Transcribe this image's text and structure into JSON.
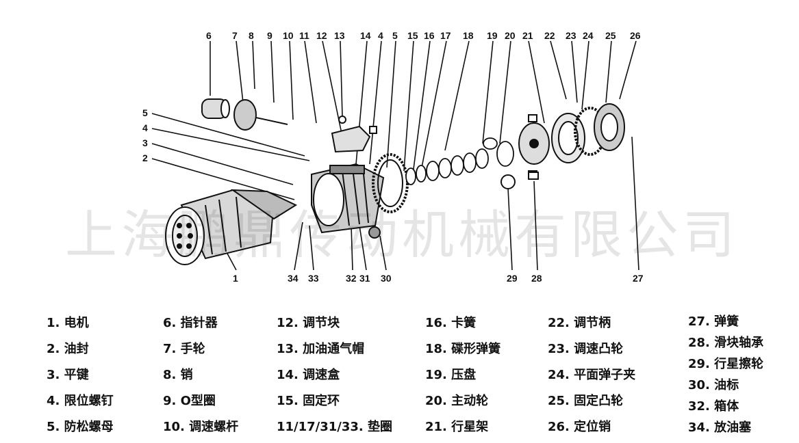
{
  "watermark": "上海鹏鼎传动机械有限公司",
  "callouts": [
    "1",
    "2",
    "3",
    "4",
    "5",
    "6",
    "7",
    "8",
    "9",
    "10",
    "11",
    "12",
    "13",
    "14",
    "4",
    "5",
    "15",
    "16",
    "17",
    "18",
    "19",
    "20",
    "21",
    "22",
    "23",
    "24",
    "25",
    "26",
    "27",
    "28",
    "29",
    "30",
    "31",
    "32",
    "33",
    "34"
  ],
  "legend": {
    "col1": [
      "1. 电机",
      "2. 油封",
      "3. 平键",
      "4. 限位螺钉",
      "5. 防松螺母"
    ],
    "col2": [
      "6. 指针器",
      "7. 手轮",
      "8. 销",
      "9. O型圈",
      "10. 调速螺杆"
    ],
    "col3": [
      "12. 调节块",
      "13. 加油通气帽",
      "14. 调速盒",
      "15. 固定环",
      "11/17/31/33. 垫圈"
    ],
    "col4": [
      "16. 卡簧",
      "18. 碟形弹簧",
      "19. 压盘",
      "20. 主动轮",
      "21. 行星架"
    ],
    "col5": [
      "22. 调节柄",
      "23. 调速凸轮",
      "24. 平面弹子夹",
      "25. 固定凸轮",
      "26. 定位销"
    ],
    "col6": [
      "27. 弹簧",
      "28. 滑块轴承",
      "29. 行星擦轮",
      "30. 油标",
      "32. 箱体",
      "34. 放油塞"
    ]
  }
}
